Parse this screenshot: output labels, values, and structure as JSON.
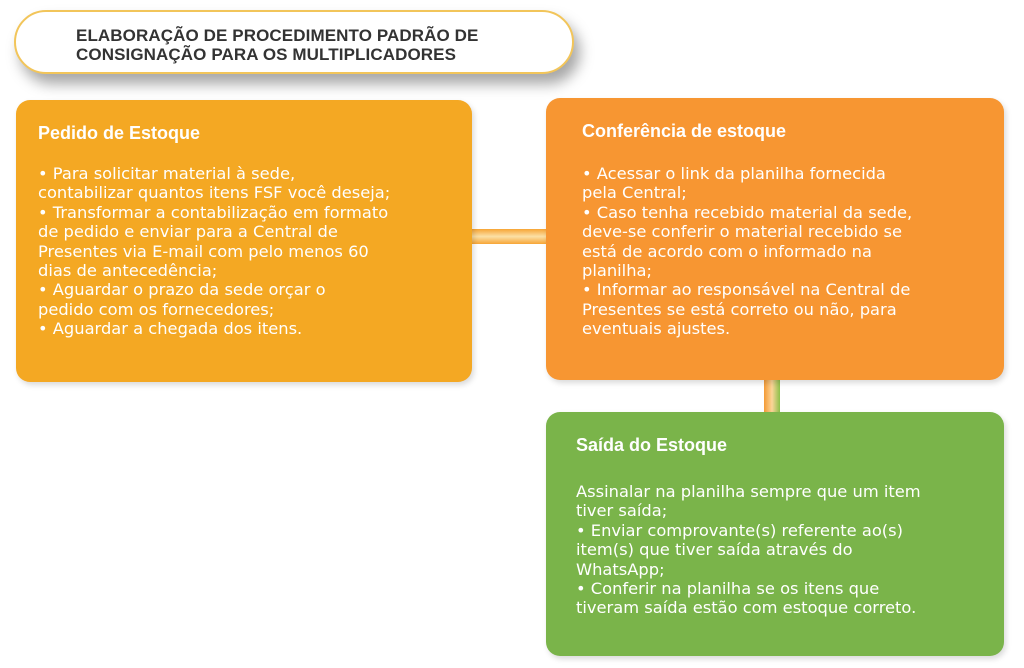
{
  "title": {
    "line1": "ELABORAÇÃO DE PROCEDIMENTO PADRÃO DE",
    "line2": "CONSIGNAÇÃO PARA OS MULTIPLICADORES"
  },
  "boxes": {
    "pedido": {
      "title": "Pedido de Estoque",
      "body": " • Para solicitar material à sede,\ncontabilizar quantos itens FSF você deseja;\n• Transformar a contabilização em formato\nde pedido e enviar para a Central de\nPresentes via E-mail com pelo menos 60\ndias de antecedência;\n• Aguardar o prazo da sede orçar o\npedido com os fornecedores;\n• Aguardar a chegada dos itens.",
      "color": "#f4a823"
    },
    "conferencia": {
      "title": "Conferência de estoque",
      "body": "• Acessar o link da planilha fornecida\npela Central;\n• Caso tenha recebido material da sede,\ndeve-se conferir o material recebido se\nestá de acordo com o informado na\nplanilha;\n• Informar ao responsável na Central de\nPresentes se está correto ou não, para\neventuais ajustes.",
      "color": "#f79632"
    },
    "saida": {
      "title": "Saída do Estoque",
      "body": "Assinalar na planilha sempre que um item\ntiver saída;\n• Enviar comprovante(s) referente ao(s)\nitem(s) que tiver saída através do\nWhatsApp;\n• Conferir na planilha se os itens que\ntiveram saída estão com estoque correto.",
      "color": "#7ab44a"
    }
  }
}
